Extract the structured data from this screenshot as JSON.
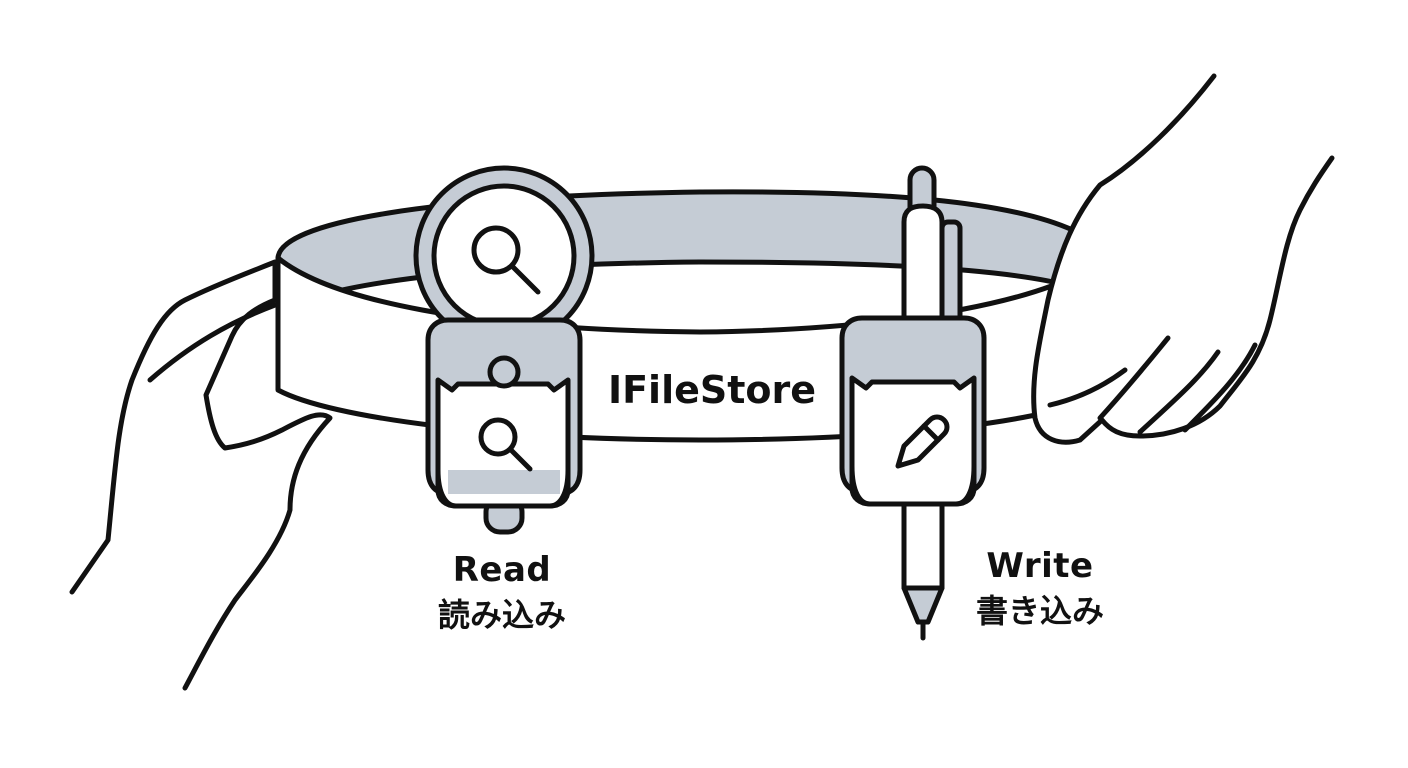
{
  "belt": {
    "title": "IFileStore"
  },
  "read": {
    "label_en": "Read",
    "label_jp": "読み込み",
    "icon": "magnifier-icon"
  },
  "write": {
    "label_en": "Write",
    "label_jp": "書き込み",
    "icon": "pencil-icon"
  },
  "colors": {
    "stroke": "#111111",
    "fill_gray": "#c5ccd5",
    "fill_white": "#ffffff"
  }
}
